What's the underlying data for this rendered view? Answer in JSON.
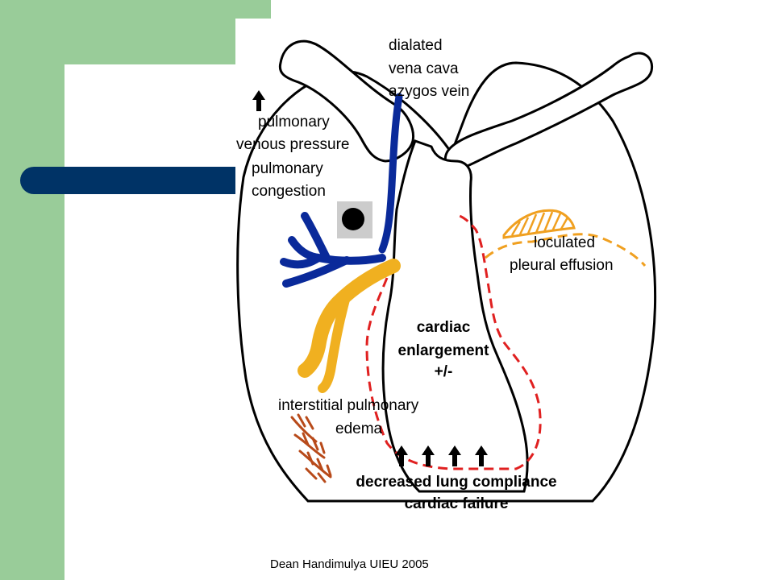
{
  "labels": {
    "vena_cava": [
      "dialated",
      "vena cava",
      "azygos vein"
    ],
    "venous_pressure": [
      "pulmonary",
      "venous pressure"
    ],
    "congestion": [
      "pulmonary",
      "congestion"
    ],
    "effusion": [
      "loculated",
      "pleural effusion"
    ],
    "cardiac": [
      "cardiac",
      "enlargement",
      "+/-"
    ],
    "edema": [
      "interstitial pulmonary",
      "edema"
    ],
    "compliance": [
      "decreased lung compliance",
      "cardiac failure"
    ]
  },
  "footer": "Dean Handimulya UIEU 2005",
  "colors": {
    "green": "#99cc99",
    "navy": "#003366",
    "vein_blue": "#0a2a9a",
    "artery_yellow": "#f0b020",
    "heart_dash_red": "#e02020",
    "effusion_orange": "#f0a020",
    "edema_rust": "#b84a1a"
  },
  "icons": [
    "up-arrow-icon",
    "black-dot-icon"
  ]
}
